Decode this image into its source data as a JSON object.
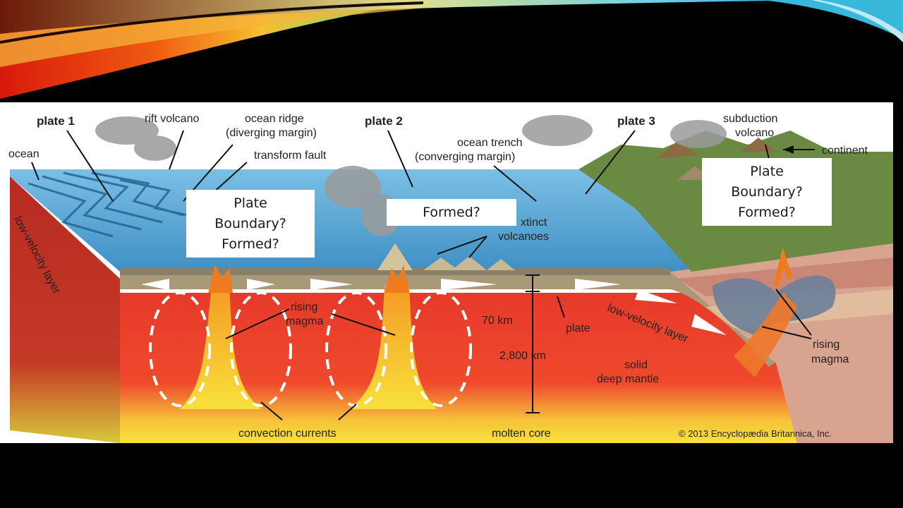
{
  "diagram": {
    "labels": {
      "plate1": "plate 1",
      "rift_volcano": "rift volcano",
      "ocean_ridge_1": "ocean ridge",
      "ocean_ridge_2": "(diverging margin)",
      "transform_fault": "transform fault",
      "ocean": "ocean",
      "plate2": "plate 2",
      "ocean_trench_1": "ocean trench",
      "ocean_trench_2": "(converging margin)",
      "plate3": "plate 3",
      "subduction_volcano_1": "subduction",
      "subduction_volcano_2": "volcano",
      "continent": "continent",
      "extinct_1": "xtinct",
      "extinct_2": "volcanoes",
      "low_velocity_left": "low-velocity layer",
      "rising_magma_1": "rising",
      "rising_magma_2": "magma",
      "depth_70": "70 km",
      "plate": "plate",
      "low_velocity_right": "low-velocity layer",
      "depth_2800": "2,800 km",
      "solid_1": "solid",
      "solid_2": "deep mantle",
      "rising_magma_r1": "rising",
      "rising_magma_r2": "magma",
      "convection": "convection currents",
      "molten_core": "molten core",
      "copyright": "© 2013 Encyclopædia Britannica, Inc."
    }
  },
  "overlays": {
    "left": {
      "line1": "Plate",
      "line2": "Boundary?",
      "line3": "Formed?"
    },
    "middle": {
      "line1": "Formed?"
    },
    "right": {
      "line1": "Plate",
      "line2": "Boundary?",
      "line3": "Formed?"
    }
  }
}
